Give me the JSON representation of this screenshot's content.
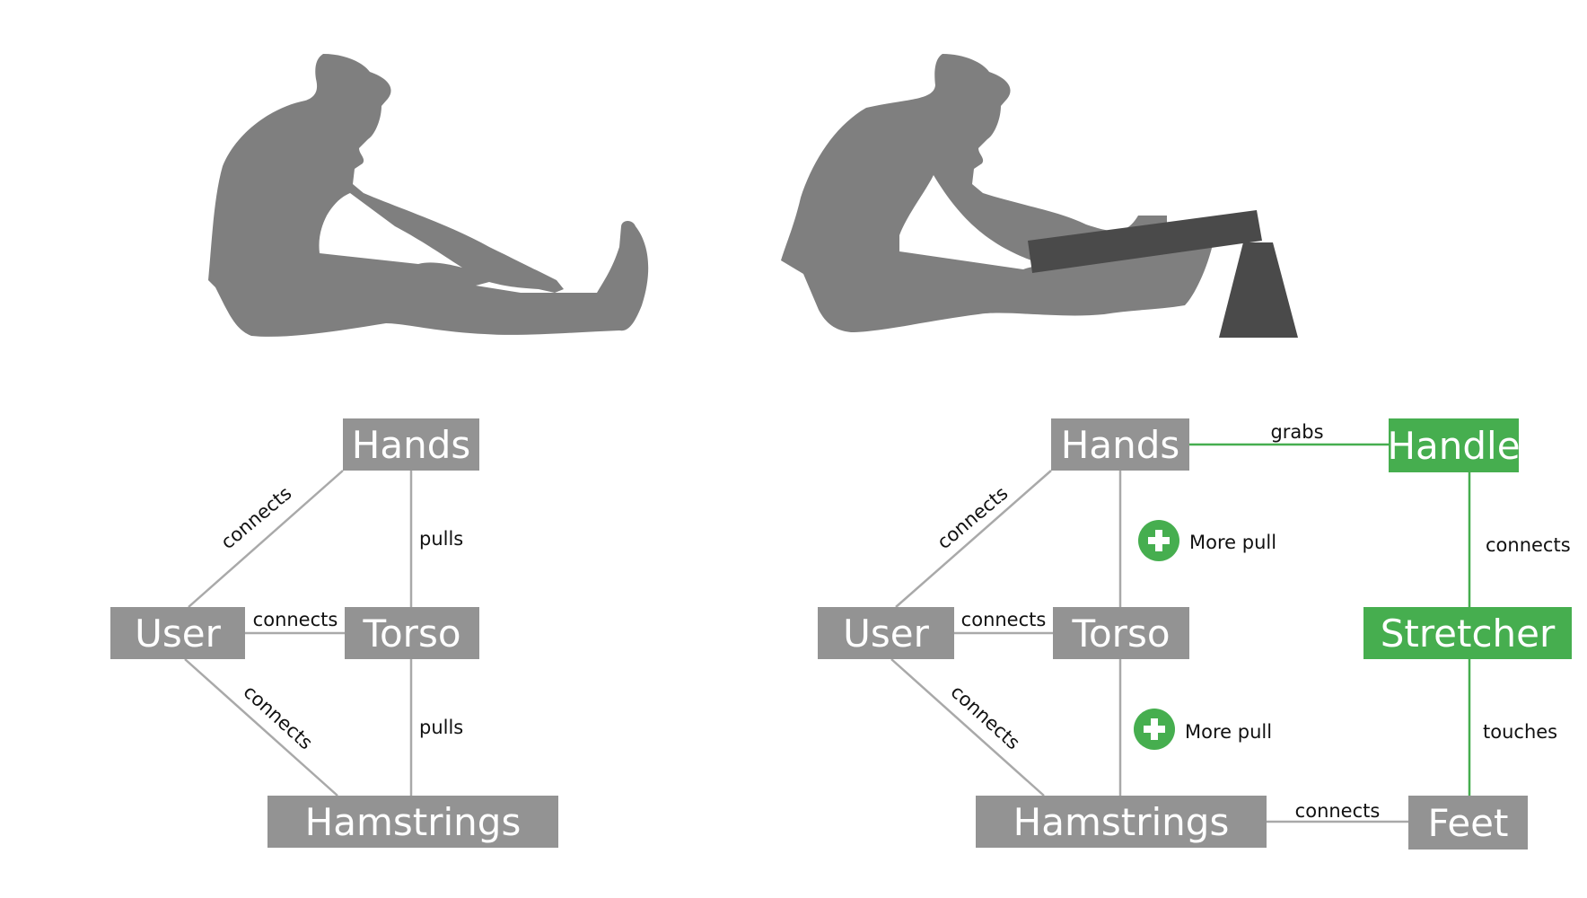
{
  "colors": {
    "silhouette": "#7f7f7f",
    "stretcher": "#4a4a4a",
    "node_gray": "#939393",
    "node_green": "#46ae4f",
    "edge_gray": "#a9a9a9",
    "edge_green": "#46ae4f",
    "text_dark": "#111111",
    "text_light": "#ffffff"
  },
  "icons": {
    "person": "person-stretching-silhouette-icon",
    "stretcher": "stretcher-device-icon",
    "plus": "plus-circle-icon"
  },
  "diagram_left": {
    "nodes": [
      {
        "id": "hands",
        "label": "Hands"
      },
      {
        "id": "user",
        "label": "User"
      },
      {
        "id": "torso",
        "label": "Torso"
      },
      {
        "id": "hamstrings",
        "label": "Hamstrings"
      }
    ],
    "edges": [
      {
        "from": "user",
        "to": "hands",
        "label": "connects"
      },
      {
        "from": "user",
        "to": "torso",
        "label": "connects"
      },
      {
        "from": "user",
        "to": "hamstrings",
        "label": "connects"
      },
      {
        "from": "hands",
        "to": "torso",
        "label": "pulls"
      },
      {
        "from": "torso",
        "to": "hamstrings",
        "label": "pulls"
      }
    ]
  },
  "diagram_right": {
    "nodes": [
      {
        "id": "hands",
        "label": "Hands"
      },
      {
        "id": "user",
        "label": "User"
      },
      {
        "id": "torso",
        "label": "Torso"
      },
      {
        "id": "hamstrings",
        "label": "Hamstrings"
      },
      {
        "id": "handle",
        "label": "Handle"
      },
      {
        "id": "stretcher",
        "label": "Stretcher"
      },
      {
        "id": "feet",
        "label": "Feet"
      }
    ],
    "edges": [
      {
        "from": "user",
        "to": "hands",
        "label": "connects"
      },
      {
        "from": "user",
        "to": "torso",
        "label": "connects"
      },
      {
        "from": "user",
        "to": "hamstrings",
        "label": "connects"
      },
      {
        "from": "hands",
        "to": "torso",
        "label": "More pull"
      },
      {
        "from": "torso",
        "to": "hamstrings",
        "label": "More pull"
      },
      {
        "from": "hands",
        "to": "handle",
        "label": "grabs"
      },
      {
        "from": "handle",
        "to": "stretcher",
        "label": "connects"
      },
      {
        "from": "stretcher",
        "to": "feet",
        "label": "touches"
      },
      {
        "from": "hamstrings",
        "to": "feet",
        "label": "connects"
      }
    ]
  }
}
